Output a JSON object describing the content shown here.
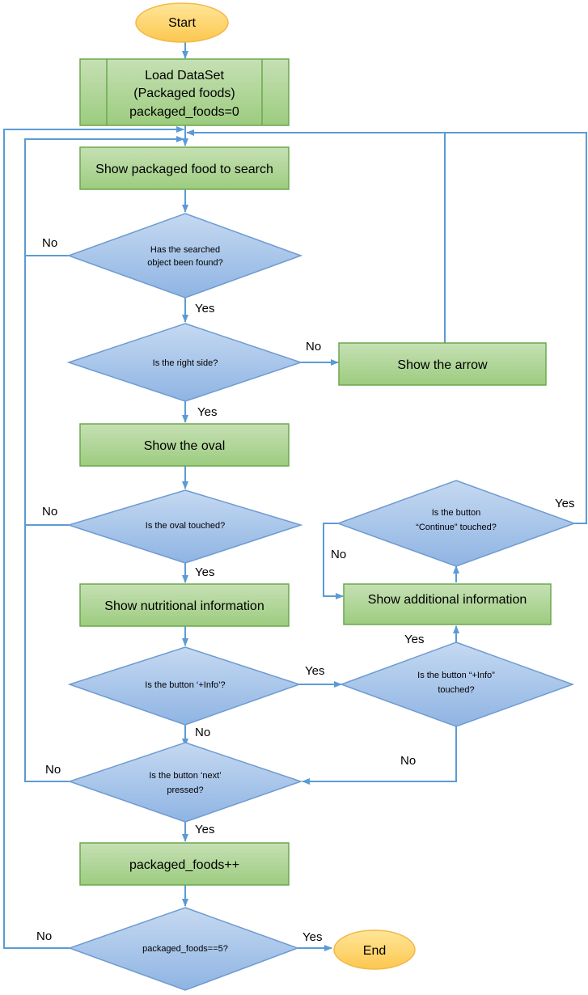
{
  "colors": {
    "terminal_fill": "#fdd978",
    "terminal_stroke": "#f3b84a",
    "process_fill": "#a9d08e",
    "process_stroke": "#6aa84f",
    "decision_fill": "#9fc0e8",
    "decision_stroke": "#6e9bd1",
    "connector": "#5b9bd5"
  },
  "nodes": {
    "start": "Start",
    "load_line1": "Load DataSet",
    "load_line2": "(Packaged foods)",
    "load_line3": "packaged_foods=0",
    "show_food": "Show packaged food to search",
    "found_line1": "Has the searched",
    "found_line2": "object been found?",
    "right_side": "Is the right side?",
    "show_arrow": "Show the arrow",
    "show_oval": "Show the oval",
    "oval_touched": "Is the oval touched?",
    "continue_line1": "Is the button",
    "continue_line2": "“Continue” touched?",
    "show_additional": "Show additional information",
    "show_nutritional": "Show nutritional information",
    "plus_info_btn": "Is the button ‘+Info’?",
    "plus_touched_line1": "Is the button “+Info”",
    "plus_touched_line2": "touched?",
    "next_line1": "Is the button ‘next’",
    "next_line2": "pressed?",
    "increment": "packaged_foods++",
    "check_five": "packaged_foods==5?",
    "end": "End"
  },
  "labels": {
    "no_found": "No",
    "yes_found": "Yes",
    "no_right": "No",
    "yes_right": "Yes",
    "no_oval": "No",
    "yes_oval": "Yes",
    "yes_continue": "Yes",
    "no_continue": "No",
    "yes_plus_touched": "Yes",
    "yes_plus_btn": "Yes",
    "no_plus_btn": "No",
    "no_plus_touched": "No",
    "no_next": "No",
    "yes_next": "Yes",
    "no_five": "No",
    "yes_five": "Yes"
  }
}
